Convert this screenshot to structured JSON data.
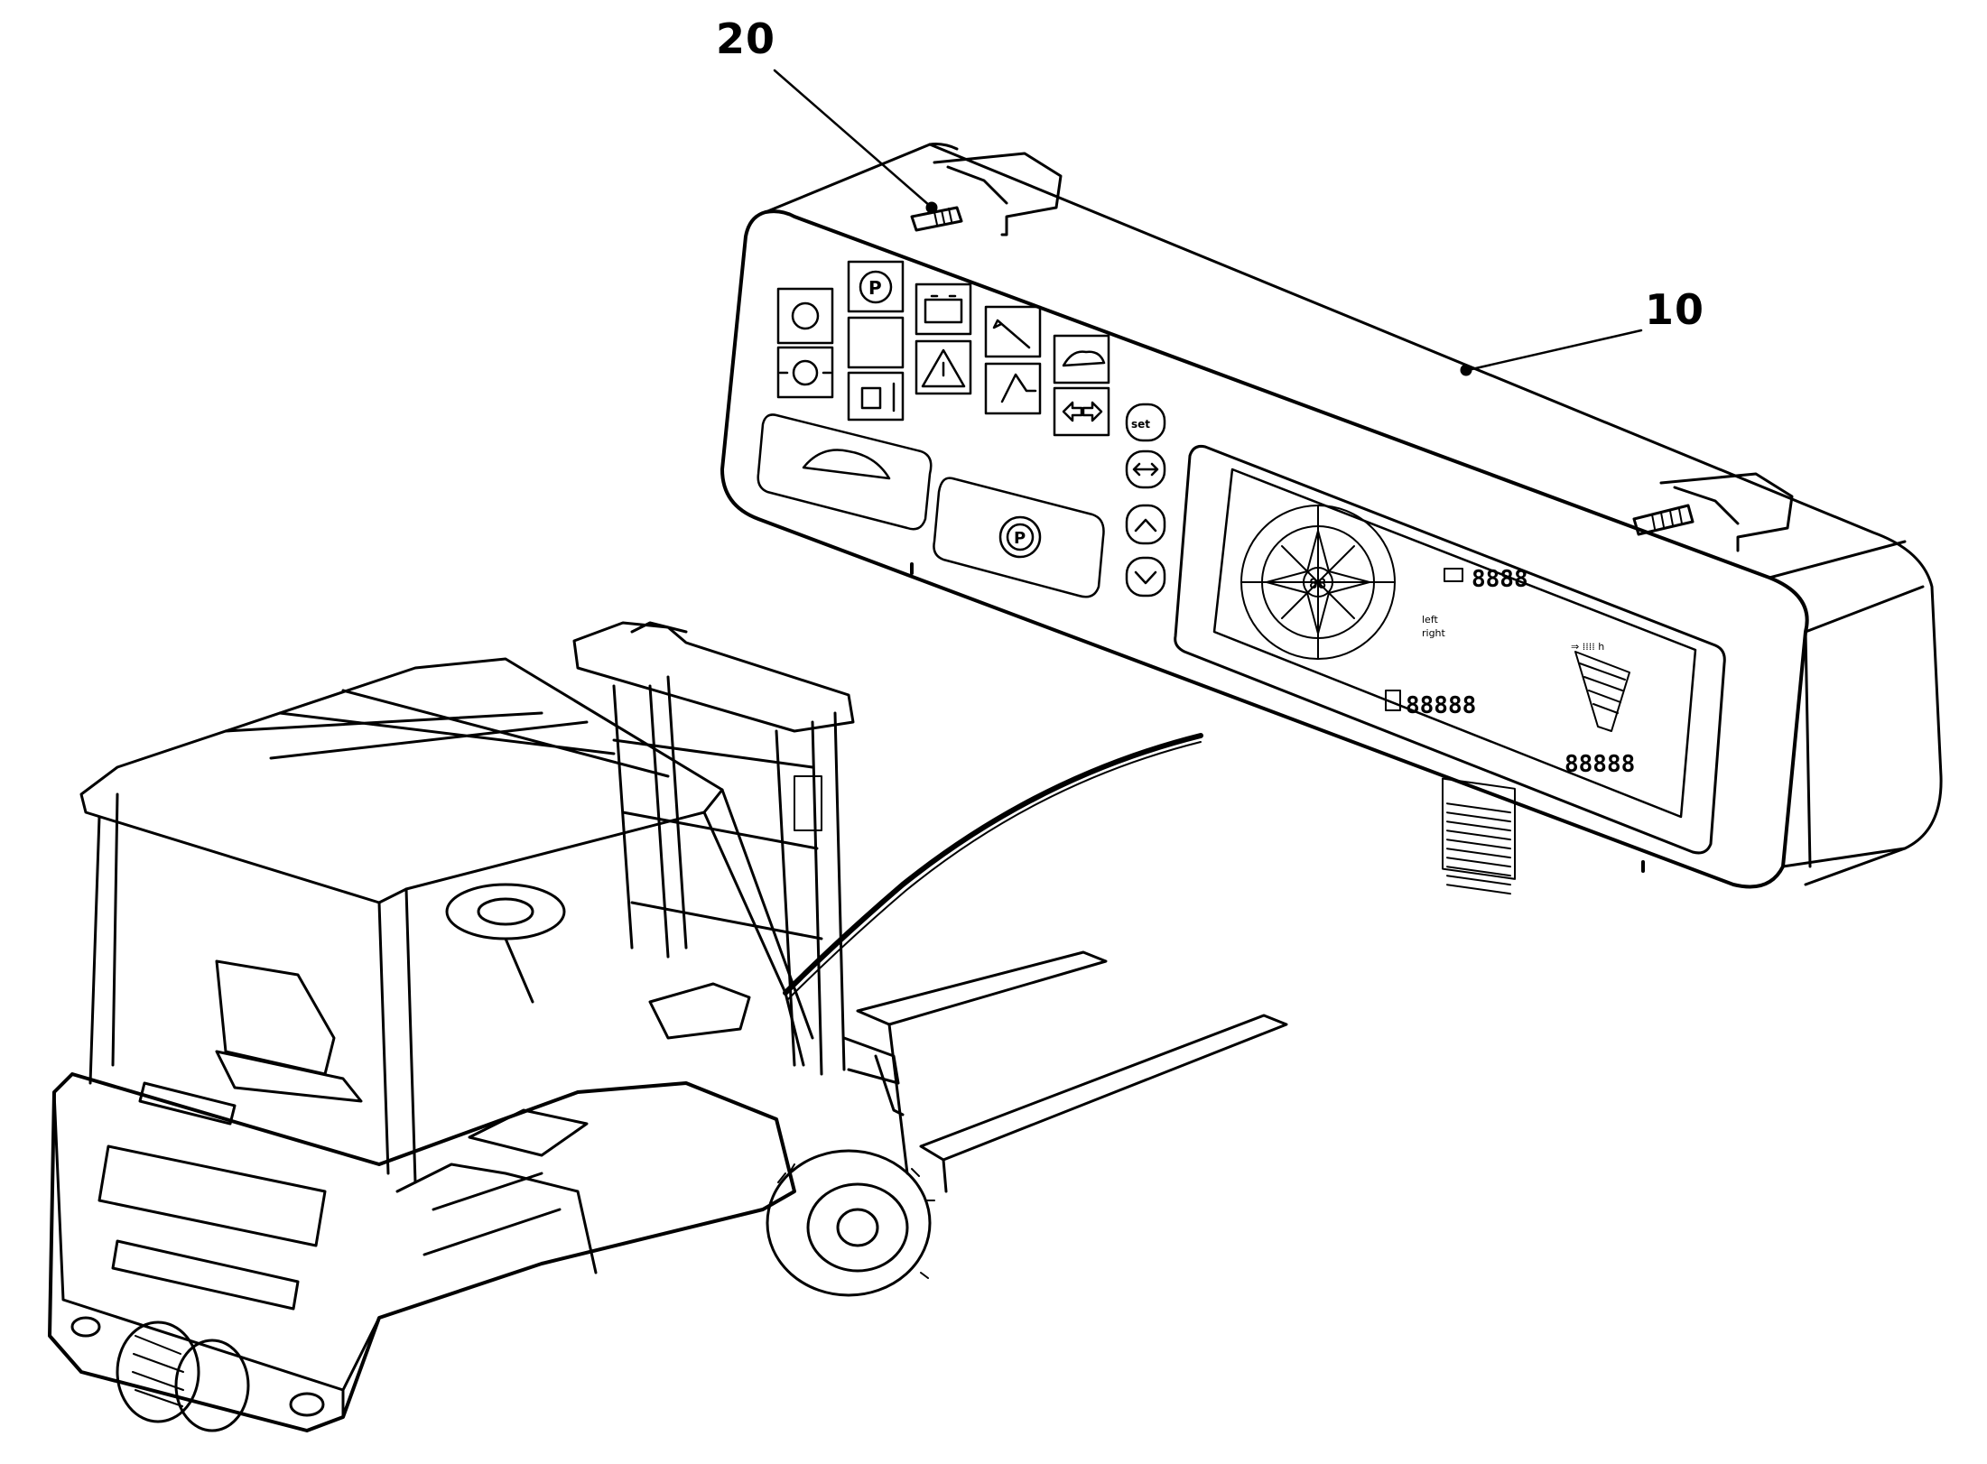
{
  "callouts": {
    "panel_number": "10",
    "screw_number": "20"
  },
  "lcd": {
    "small_digits": "8888",
    "center_digits": "88",
    "lower_digits": "88888",
    "right_digits": "88888",
    "right_header": "⇒ ⁞⁞⁞⁞ h"
  },
  "colors": {
    "line": "#000000",
    "background": "#ffffff"
  }
}
